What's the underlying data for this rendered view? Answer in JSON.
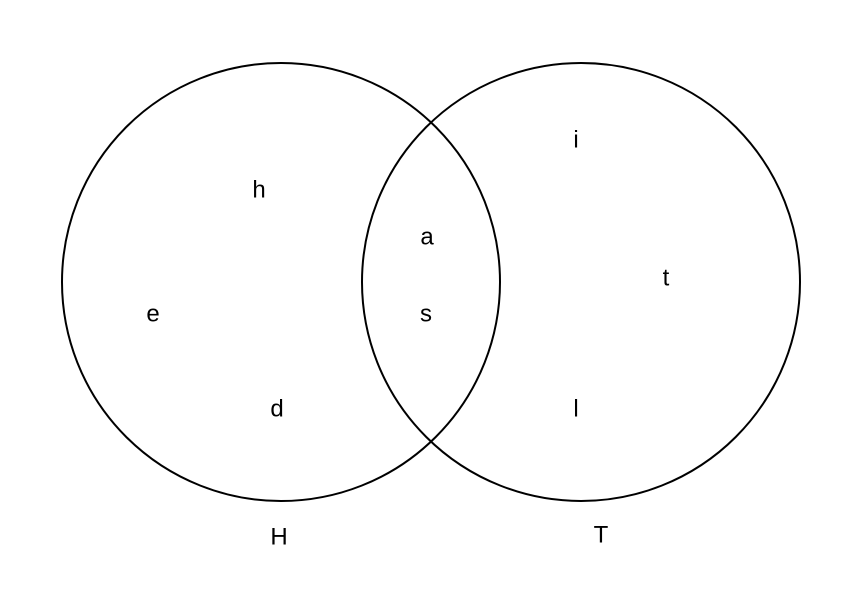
{
  "sets": [
    {
      "label": "H",
      "only_elements": [
        "h",
        "e",
        "d"
      ]
    },
    {
      "label": "T",
      "only_elements": [
        "i",
        "t",
        "l"
      ]
    }
  ],
  "intersection": [
    "a",
    "s"
  ]
}
